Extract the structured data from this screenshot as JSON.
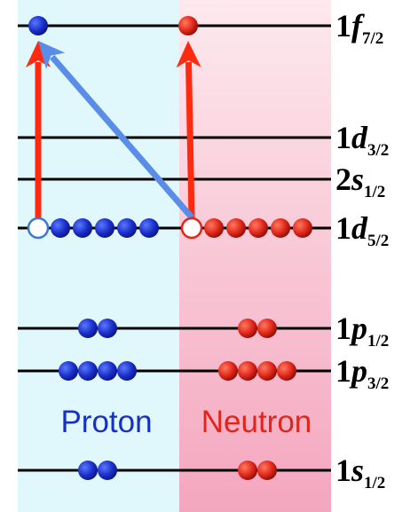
{
  "diagram": {
    "columns": {
      "proton": {
        "label": "Proton",
        "color": "#1530c8",
        "background": "#e0f8fb"
      },
      "neutron": {
        "label": "Neutron",
        "color": "#e0261a",
        "background": "#f7b3c8"
      }
    },
    "levels": [
      {
        "id": "1f72",
        "n": "1",
        "l": "f",
        "j": "7/2",
        "proton_filled": 1,
        "proton_holes": 0,
        "neutron_filled": 1,
        "neutron_holes": 0
      },
      {
        "id": "1d32",
        "n": "1",
        "l": "d",
        "j": "3/2",
        "proton_filled": 0,
        "proton_holes": 0,
        "neutron_filled": 0,
        "neutron_holes": 0
      },
      {
        "id": "2s12",
        "n": "2",
        "l": "s",
        "j": "1/2",
        "proton_filled": 0,
        "proton_holes": 0,
        "neutron_filled": 0,
        "neutron_holes": 0
      },
      {
        "id": "1d52",
        "n": "1",
        "l": "d",
        "j": "5/2",
        "proton_filled": 5,
        "proton_holes": 1,
        "neutron_filled": 5,
        "neutron_holes": 1
      },
      {
        "id": "1p12",
        "n": "1",
        "l": "p",
        "j": "1/2",
        "proton_filled": 2,
        "proton_holes": 0,
        "neutron_filled": 2,
        "neutron_holes": 0
      },
      {
        "id": "1p32",
        "n": "1",
        "l": "p",
        "j": "3/2",
        "proton_filled": 4,
        "proton_holes": 0,
        "neutron_filled": 4,
        "neutron_holes": 0
      },
      {
        "id": "1s12",
        "n": "1",
        "l": "s",
        "j": "1/2",
        "proton_filled": 2,
        "proton_holes": 0,
        "neutron_filled": 2,
        "neutron_holes": 0
      }
    ],
    "transitions": [
      {
        "from": "1d52",
        "to": "1f72",
        "from_side": "proton",
        "to_side": "proton",
        "color": "#ff2a10"
      },
      {
        "from": "1d52",
        "to": "1f72",
        "from_side": "neutron",
        "to_side": "neutron",
        "color": "#ff2a10"
      },
      {
        "from": "1d52",
        "to": "1f72",
        "from_side": "neutron",
        "to_side": "proton",
        "color": "#5a8de8"
      }
    ]
  }
}
